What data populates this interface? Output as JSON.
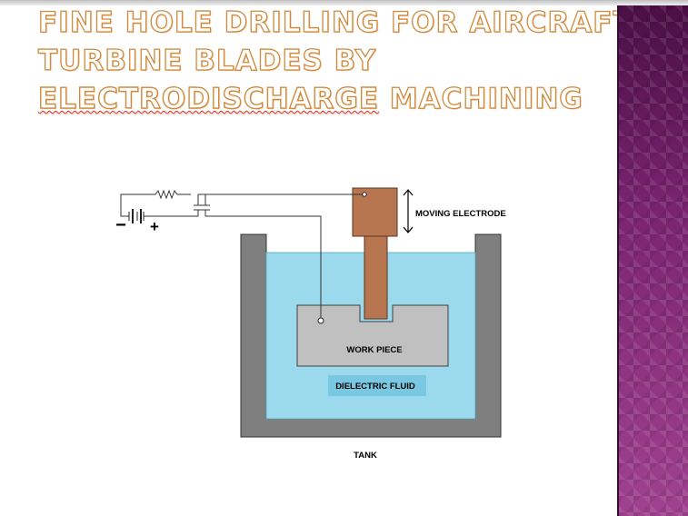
{
  "slide": {
    "title_line1": "Fine hole drilling for aircraft",
    "title_line2": "turbine blades by",
    "title_line3a": "Electrodischarge",
    "title_line3b": " machining"
  },
  "diagram": {
    "moving_electrode_label": "MOVING ELECTRODE",
    "work_piece_label": "WORK PIECE",
    "dielectric_fluid_label": "DIELECTRIC FLUID",
    "tank_label": "TANK",
    "negative_terminal": "−",
    "positive_terminal": "+"
  },
  "colors": {
    "title_outline": "#d08a3b",
    "electrode": "#b87650",
    "fluid": "#9bd9ec",
    "tank_wall": "#7f7f7f",
    "work_piece": "#c0c0c0",
    "side_panel": "#8a2f7c"
  }
}
